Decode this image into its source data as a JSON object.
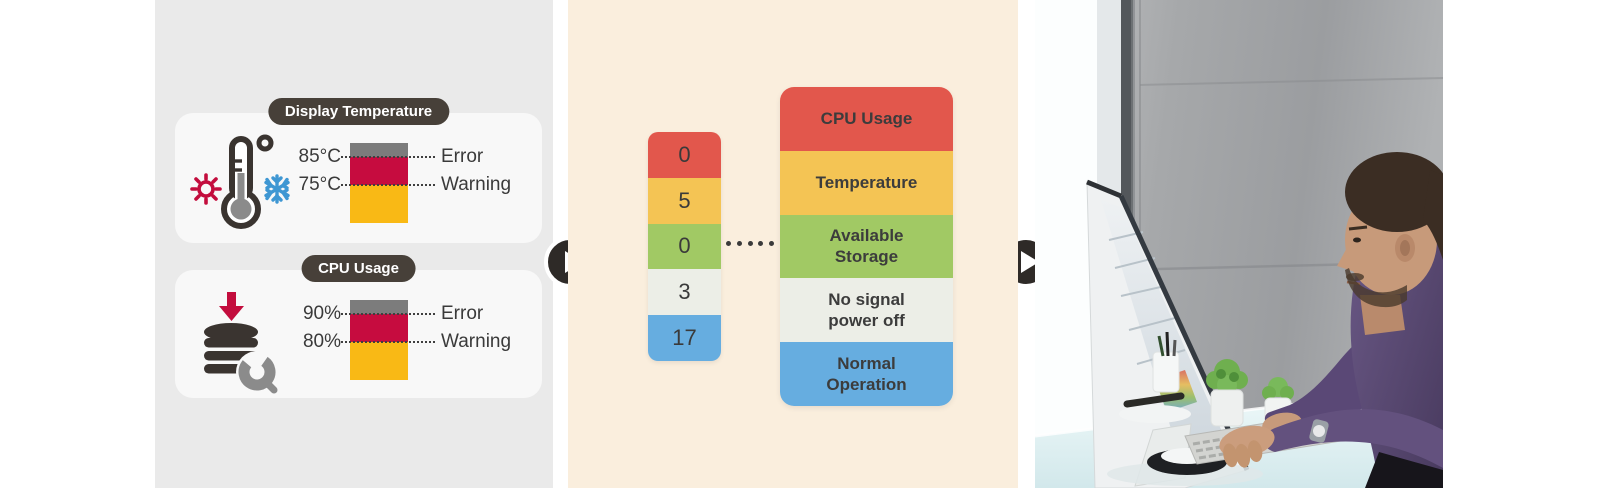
{
  "threshold_panel": {
    "background": "#eaeaea",
    "cards": [
      {
        "badge": "Display Temperature",
        "icon": "thermometer-hot-cold-icon",
        "rows": [
          {
            "value": "85°C",
            "label": "Error"
          },
          {
            "value": "75°C",
            "label": "Warning"
          }
        ],
        "bar_colors": {
          "error": "#7c7c7c",
          "warning": "#c60c3f",
          "normal": "#f9b915"
        }
      },
      {
        "badge": "CPU Usage",
        "icon": "storage-usage-icon",
        "rows": [
          {
            "value": "90%",
            "label": "Error"
          },
          {
            "value": "80%",
            "label": "Warning"
          }
        ],
        "bar_colors": {
          "error": "#7c7c7c",
          "warning": "#c60c3f",
          "normal": "#f9b915"
        }
      }
    ]
  },
  "status_panel": {
    "background": "#faeedd",
    "rows": [
      {
        "value": "0",
        "label": "CPU Usage",
        "color": "#e2574c"
      },
      {
        "value": "5",
        "label": "Temperature",
        "color": "#f4c454"
      },
      {
        "value": "0",
        "label": "Available\nStorage",
        "color": "#a1c964"
      },
      {
        "value": "3",
        "label": "No signal\npower off",
        "color": "#eceee7"
      },
      {
        "value": "17",
        "label": "Normal\nOperation",
        "color": "#66ade0"
      }
    ]
  },
  "carousel": {
    "button_color": "#2e2a27"
  },
  "photo": {
    "subject": "man-working-at-desk-photo"
  }
}
